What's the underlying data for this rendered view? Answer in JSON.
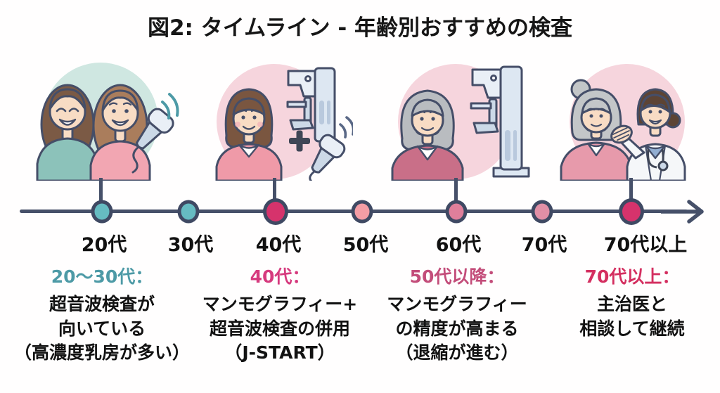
{
  "title": "図2: タイムライン - 年齢別おすすめの検査",
  "timeline": {
    "axis_color": "#465069",
    "points": [
      {
        "label": "20代",
        "color": "#66bcc2",
        "highlight": false
      },
      {
        "label": "30代",
        "color": "#66bcc2",
        "highlight": false
      },
      {
        "label": "40代",
        "color": "#d6336c",
        "highlight": true
      },
      {
        "label": "50代",
        "color": "#f49da5",
        "highlight": false
      },
      {
        "label": "60代",
        "color": "#df7f9b",
        "highlight": false
      },
      {
        "label": "70代",
        "color": "#e18fa6",
        "highlight": false
      },
      {
        "label": "70代以上",
        "color": "#d6336c",
        "highlight": true
      }
    ]
  },
  "illustrations": [
    {
      "name": "young-women-ultrasound-illustration",
      "bg": "#cfe7e1"
    },
    {
      "name": "woman-mammography-plus-ultrasound-illustration",
      "bg": "#f6d5dd"
    },
    {
      "name": "older-woman-mammography-illustration",
      "bg": "#f6d5dd"
    },
    {
      "name": "senior-woman-doctor-consultation-illustration",
      "bg": "#f6d5dd"
    }
  ],
  "blocks": [
    {
      "heading": "20〜30代：",
      "color": "#4d9aa6",
      "lines": [
        "超音波検査が",
        "向いている",
        "（高濃度乳房が多い）"
      ]
    },
    {
      "heading": "40代：",
      "color": "#d63a7e",
      "lines": [
        "マンモグラフィー+",
        "超音波検査の併用",
        "（J-START）"
      ]
    },
    {
      "heading": "50代以降：",
      "color": "#c34d7a",
      "lines": [
        "マンモグラフィー",
        "の精度が高まる",
        "（退縮が進む）"
      ]
    },
    {
      "heading": "70代以上：",
      "color": "#d42f60",
      "lines": [
        "主治医と",
        "相談して継続"
      ]
    }
  ]
}
